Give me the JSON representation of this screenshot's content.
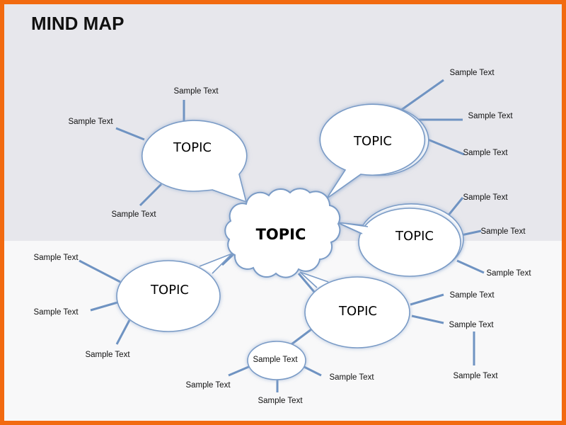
{
  "title": "MIND MAP",
  "center_topic": "TOPIC",
  "topics": {
    "top_left": "TOPIC",
    "top_right": "TOPIC",
    "middle_right": "TOPIC",
    "bottom_left": "TOPIC",
    "bottom_right": "TOPIC",
    "small": "Sample Text"
  },
  "labels": {
    "tl_top": "Sample Text",
    "tl_left": "Sample Text",
    "tl_bottom": "Sample Text",
    "tr_top": "Sample Text",
    "tr_middle": "Sample Text",
    "tr_bottom": "Sample Text",
    "mr_top": "Sample Text",
    "mr_middle": "Sample Text",
    "mr_bottom": "Sample Text",
    "bl_top": "Sample Text",
    "bl_middle": "Sample Text",
    "bl_bottom": "Sample Text",
    "br_top": "Sample Text",
    "br_middle": "Sample Text",
    "br_far": "Sample Text",
    "small_left": "Sample Text",
    "small_bottom": "Sample Text",
    "small_right": "Sample Text"
  },
  "colors": {
    "frame": "#f26a10",
    "connector": "#6f93c2",
    "bubble_outline": "#7a9bc6"
  }
}
